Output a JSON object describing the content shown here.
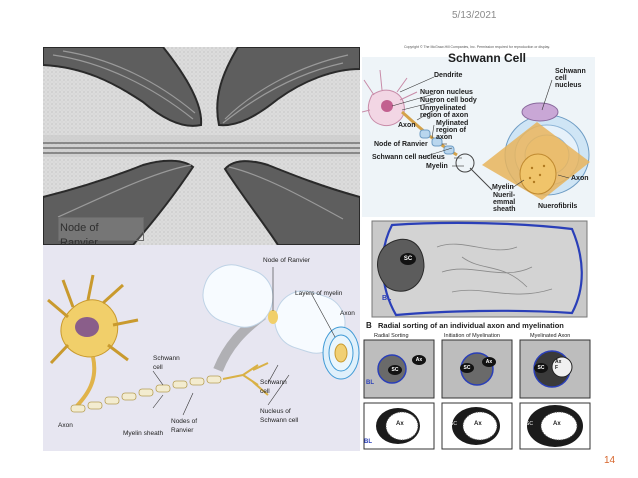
{
  "slide": {
    "date": "5/13/2021",
    "number": "14"
  },
  "em_panel": {
    "label": "Node of\nRanvier"
  },
  "schwann_panel": {
    "copyright": "Copyright © The McGraw-Hill Companies, Inc. Permission required for reproduction or display.",
    "title": "Schwann Cell",
    "labels": {
      "dendrite": "Dendrite",
      "neuron_nucleus": "Nueron nucleus",
      "neuron_cell_body": "Nueron cell body",
      "unmyelinated": "Unmyelinated\nregion of axon",
      "myelinated": "Mylinated\nregion of\naxon",
      "axon": "Axon",
      "node_of_ranvier": "Node of Ranvier",
      "schwann_cell_nucleus_left": "Schwann cell nucleus",
      "myelin_left": "Myelin",
      "schwann_cell_nucleus_right": "Schwann\ncell\nnucleus",
      "axon_right": "Axon",
      "myelin_bottom": "Myelin",
      "neurilemmal_sheath": "Nueril-\nemmal\nsheath",
      "neurofibrils": "Nuerofibrils"
    }
  },
  "neuron_panel": {
    "labels": {
      "node_of_ranvier": "Node of Ranvier",
      "layers_of_myelin": "Layers of myelin",
      "axon_right": "Axon",
      "schwann_cell_mid": "Schwann\ncell",
      "schwann_cell_right": "Schwann\ncell",
      "nucleus": "Nucleus of\nSchwann cell",
      "axon_left": "Axon",
      "myelin_sheath": "Myelin sheath",
      "nodes_of_ranvier": "Nodes of\nRanvier"
    }
  },
  "sorting_panel": {
    "sc": "SC",
    "bl": "BL",
    "section_letter": "B",
    "section_title": "Radial sorting of an individual axon and myelination",
    "columns": [
      "Radial Sorting",
      "Initiation of Myelination",
      "Myelinated Axon"
    ],
    "ax": "Ax",
    "ax_small": "Ax\nF"
  }
}
